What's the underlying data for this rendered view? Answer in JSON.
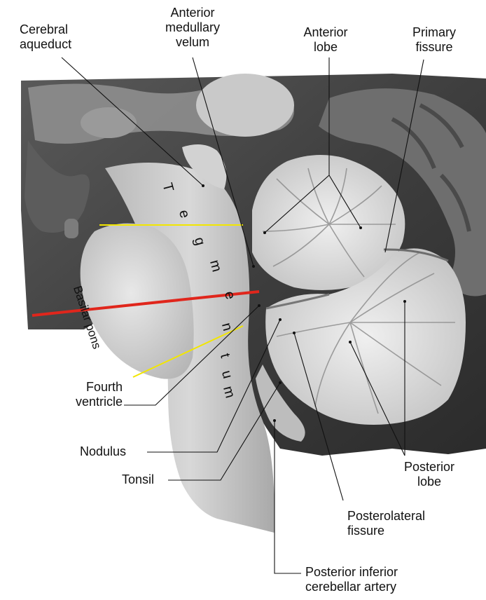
{
  "labels": {
    "cerebral_aqueduct": [
      "Cerebral",
      "aqueduct"
    ],
    "anterior_medullary_velum": [
      "Anterior",
      "medullary",
      "velum"
    ],
    "anterior_lobe": [
      "Anterior",
      "lobe"
    ],
    "primary_fissure": [
      "Primary",
      "fissure"
    ],
    "fourth_ventricle": [
      "Fourth",
      "ventricle"
    ],
    "nodulus": "Nodulus",
    "tonsil": "Tonsil",
    "posterior_lobe": [
      "Posterior",
      "lobe"
    ],
    "posterolateral_fissure": [
      "Posterolateral",
      "fissure"
    ],
    "pica": [
      "Posterior inferior",
      "cerebellar artery"
    ],
    "basilar_pons": "Basilar pons",
    "tegmentum_letters": [
      "T",
      "e",
      "g",
      "m",
      "e",
      "n",
      "t",
      "u",
      "m"
    ]
  },
  "colors": {
    "red_line": "#e0261c",
    "yellow_line": "#f2e600",
    "leader_line": "#111111"
  }
}
